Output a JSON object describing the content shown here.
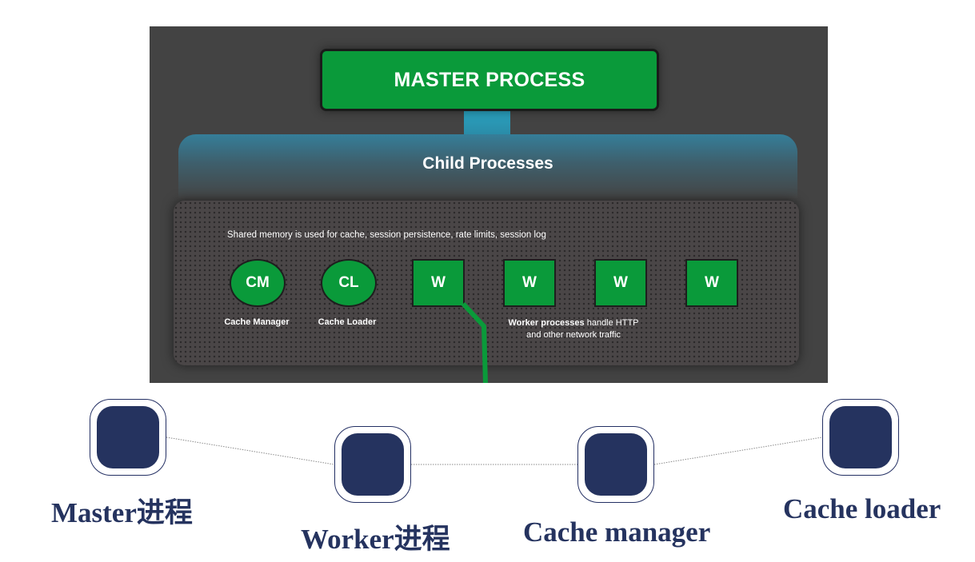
{
  "diagram": {
    "master_label": "MASTER PROCESS",
    "child_label": "Child Processes",
    "shared_note": "Shared memory is used for cache, session persistence, rate limits, session log",
    "circles": [
      {
        "label": "CM",
        "caption": "Cache Manager"
      },
      {
        "label": "CL",
        "caption": "Cache Loader"
      }
    ],
    "workers": [
      "W",
      "W",
      "W",
      "W"
    ],
    "worker_caption_bold": "Worker processes",
    "worker_caption_rest": " handle HTTP",
    "worker_caption_line2": "and other network traffic"
  },
  "annotations": [
    {
      "label": "Master进程"
    },
    {
      "label": "Worker进程"
    },
    {
      "label": "Cache manager"
    },
    {
      "label": "Cache loader"
    }
  ],
  "colors": {
    "panel": "#434343",
    "process_green": "#0a9a3a",
    "link_blue": "#2aa6c4",
    "node_navy": "#25335f"
  }
}
